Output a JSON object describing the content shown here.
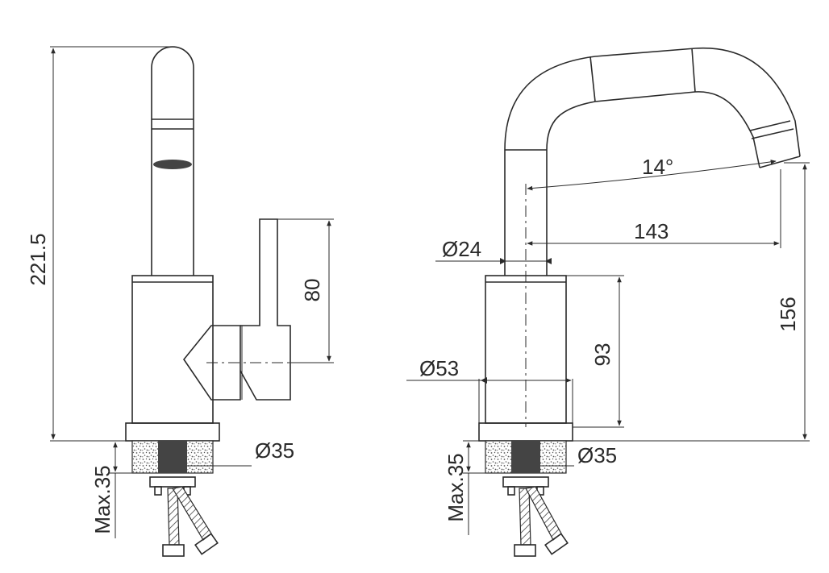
{
  "colors": {
    "line": "#2a2a2a",
    "background": "#ffffff",
    "hatch": "#555555"
  },
  "left_view": {
    "height_label": "221.5",
    "handle_label": "80",
    "base_diameter_label": "Ø35",
    "mount_label": "Max.35"
  },
  "right_view": {
    "angle_label": "14°",
    "reach_label": "143",
    "spout_diameter_label": "Ø24",
    "body_diameter_label": "Ø53",
    "body_height_label": "93",
    "total_height_label": "156",
    "base_diameter_label": "Ø35",
    "mount_label": "Max.35"
  }
}
